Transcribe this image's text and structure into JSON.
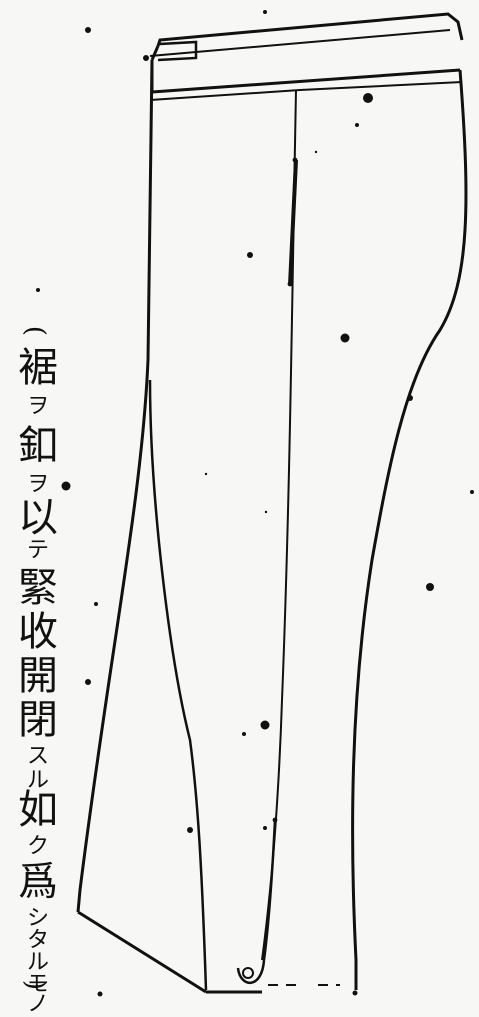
{
  "caption": {
    "open": "(",
    "close": ")",
    "chars": [
      "裾",
      "ヲ",
      "釦",
      "ヲ",
      "以",
      "テ",
      "緊",
      "收",
      "開",
      "閉",
      "ス",
      "ル",
      "如",
      "ク",
      "爲",
      "シ",
      "タ",
      "ル",
      "モ",
      "ノ"
    ]
  },
  "colors": {
    "ink": "#111111",
    "paper": "#f7f7f5"
  }
}
